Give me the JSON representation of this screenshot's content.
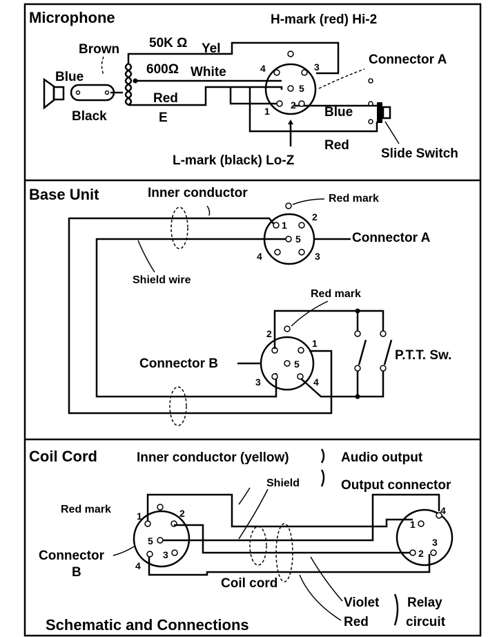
{
  "microphone": {
    "title": "Microphone",
    "brown": "Brown",
    "blue": "Blue",
    "black": "Black",
    "r50k": "50K Ω",
    "yel": "Yel",
    "r600": "600Ω",
    "white": "White",
    "red": "Red",
    "e": "E",
    "hmark": "H-mark (red) Hi-2",
    "lmark": "L-mark (black) Lo-Z",
    "connector_a": "Connector  A",
    "blue2": "Blue",
    "red2": "Red",
    "slide_switch": "Slide Switch",
    "pins": [
      "1",
      "2",
      "3",
      "4",
      "5"
    ]
  },
  "base_unit": {
    "title": "Base  Unit",
    "inner_conductor": "Inner conductor",
    "red_mark_a": "Red mark",
    "connector_a": "Connector  A",
    "shield_wire": "Shield wire",
    "red_mark_b": "Red mark",
    "connector_b": "Connector  B",
    "ptt": "P.T.T.  Sw.",
    "pins": [
      "1",
      "2",
      "3",
      "4",
      "5"
    ]
  },
  "coil_cord": {
    "title": "Coil  Cord",
    "inner_conductor": "Inner conductor (yellow)",
    "audio_output": "Audio output",
    "shield": "Shield",
    "output_connector": "Output connector",
    "red_mark": "Red mark",
    "connector_b": "Connector",
    "connector_b2": "B",
    "coil_cord": "Coil cord",
    "violet": "Violet",
    "red": "Red",
    "relay": "Relay",
    "circuit": "circuit",
    "footer": "Schematic and Connections",
    "pins": [
      "1",
      "2",
      "3",
      "4",
      "5"
    ]
  }
}
